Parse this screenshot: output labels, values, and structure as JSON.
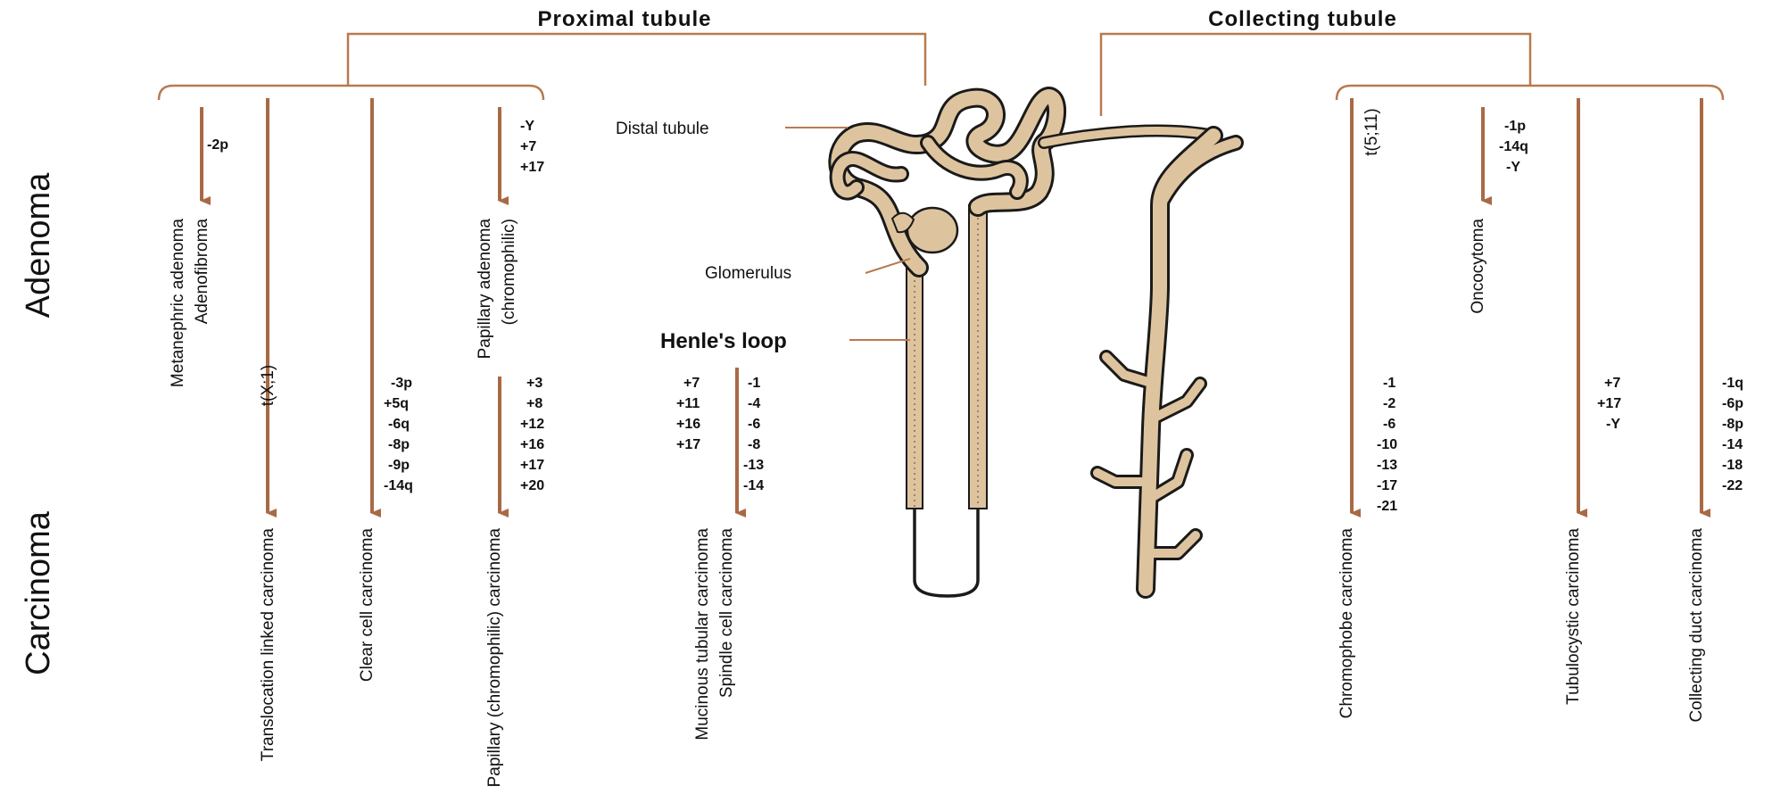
{
  "colors": {
    "bracket": "#B87A50",
    "arrow": "#A86A45",
    "kidney_fill": "#DEC49E",
    "outline": "#1a1a1a"
  },
  "headers": {
    "proximal": "Proximal tubule",
    "collecting": "Collecting tubule"
  },
  "side_labels": {
    "adenoma": "Adenoma",
    "carcinoma": "Carcinoma"
  },
  "anatomy": {
    "distal": "Distal tubule",
    "glomerulus": "Glomerulus",
    "henle": "Henle's loop"
  },
  "columns": [
    {
      "id": "metanephric",
      "adenoma": [
        "Metanephric adenoma",
        "Adenofibroma"
      ],
      "adenoma_changes": [
        "-2p"
      ],
      "carcinoma": [],
      "carcinoma_changes": []
    },
    {
      "id": "translocation",
      "adenoma": [],
      "adenoma_changes": [],
      "translocation": "t(X;1)",
      "carcinoma": [
        "Translocation linked carcinoma"
      ],
      "carcinoma_changes": []
    },
    {
      "id": "clear-cell",
      "adenoma": [],
      "adenoma_changes": [],
      "carcinoma": [
        "Clear cell carcinoma"
      ],
      "carcinoma_changes": [
        "-3p",
        "+5q",
        "-6q",
        "-8p",
        "-9p",
        "-14q"
      ]
    },
    {
      "id": "papillary",
      "adenoma": [
        "Papillary adenoma",
        "(chromophilic)"
      ],
      "adenoma_changes": [
        "-Y",
        "+7",
        "+17"
      ],
      "carcinoma": [
        "Papillary (chromophilic) carcinoma"
      ],
      "carcinoma_changes": [
        "+3",
        "+8",
        "+12",
        "+16",
        "+17",
        "+20"
      ]
    },
    {
      "id": "mucinous",
      "adenoma": [],
      "adenoma_changes": [],
      "carcinoma": [
        "Mucinous tubular carcinoma",
        "Spindle cell carcinoma"
      ],
      "carcinoma_changes_left": [
        "+7",
        "+11",
        "+16",
        "+17"
      ],
      "carcinoma_changes": [
        "-1",
        "-4",
        "-6",
        "-8",
        "-13",
        "-14"
      ]
    },
    {
      "id": "chromophobe",
      "adenoma": [],
      "adenoma_changes": [],
      "translocation": "t(5;11)",
      "carcinoma": [
        "Chromophobe carcinoma"
      ],
      "carcinoma_changes": [
        "-1",
        "-2",
        "-6",
        "-10",
        "-13",
        "-17",
        "-21"
      ]
    },
    {
      "id": "oncocytoma",
      "adenoma": [
        "Oncocytoma"
      ],
      "adenoma_changes": [
        "-1p",
        "-14q",
        "-Y"
      ],
      "carcinoma": [],
      "carcinoma_changes": []
    },
    {
      "id": "tubulocystic",
      "adenoma": [],
      "adenoma_changes": [],
      "carcinoma": [
        "Tubulocystic carcinoma"
      ],
      "carcinoma_changes_left": [
        "+7",
        "+17",
        "-Y"
      ],
      "carcinoma_changes": []
    },
    {
      "id": "collecting-duct",
      "adenoma": [],
      "adenoma_changes": [],
      "carcinoma": [
        "Collecting duct carcinoma"
      ],
      "carcinoma_changes": [
        "-1q",
        "-6p",
        "-8p",
        "-14",
        "-18",
        "-22"
      ]
    }
  ]
}
